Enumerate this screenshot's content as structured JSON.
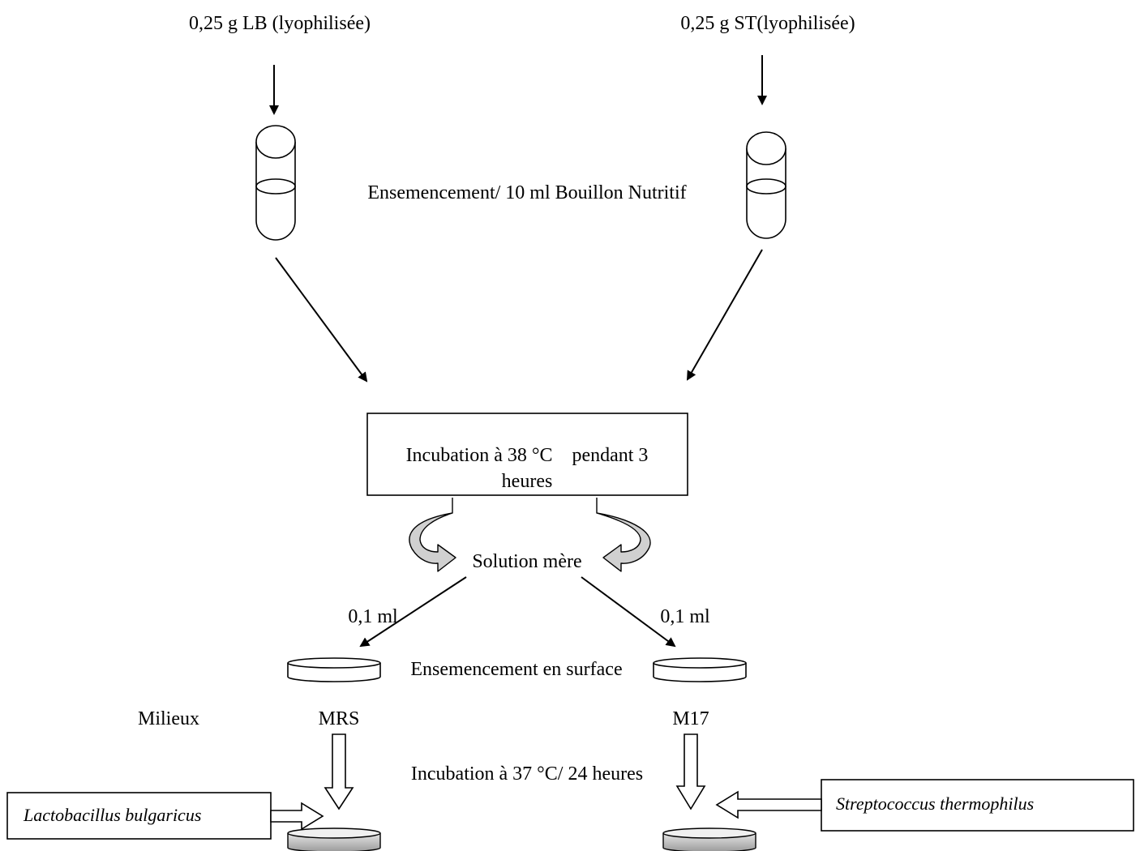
{
  "labels": {
    "lb_source": "0,25 g LB (lyophilisée)",
    "st_source": "0,25 g ST(lyophilisée)",
    "inoculation_broth": "Ensemencement/ 10 ml Bouillon Nutritif",
    "incubation_1_line1": "Incubation à 38 °C    pendant 3",
    "incubation_1_line2": "heures",
    "mother_solution": "Solution mère",
    "volume_left": "0,1 ml",
    "volume_right": "0,1 ml",
    "surface_inoculation": "Ensemencement en surface",
    "media_label": "Milieux",
    "medium_mrs": "MRS",
    "medium_m17": "M17",
    "incubation_2": "Incubation à 37 °C/ 24 heures",
    "result_left": "Lactobacillus bulgaricus",
    "result_right": "Streptococcus thermophilus"
  }
}
